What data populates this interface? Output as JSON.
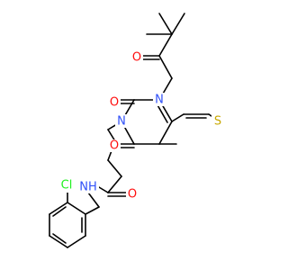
{
  "molecule": {
    "atoms": {
      "o_ketone": {
        "text": "O",
        "color": "#ff0d0d"
      },
      "n1": {
        "text": "N",
        "color": "#3050f8"
      },
      "o_c2": {
        "text": "O",
        "color": "#ff0d0d"
      },
      "n3": {
        "text": "N",
        "color": "#3050f8"
      },
      "s": {
        "text": "S",
        "color": "#c8a800"
      },
      "o_c4": {
        "text": "O",
        "color": "#ff0d0d"
      },
      "o_amide": {
        "text": "O",
        "color": "#ff0d0d"
      },
      "nh": {
        "text": "NH",
        "color": "#3050f8"
      },
      "cl": {
        "text": "Cl",
        "color": "#1ff01f"
      }
    }
  }
}
